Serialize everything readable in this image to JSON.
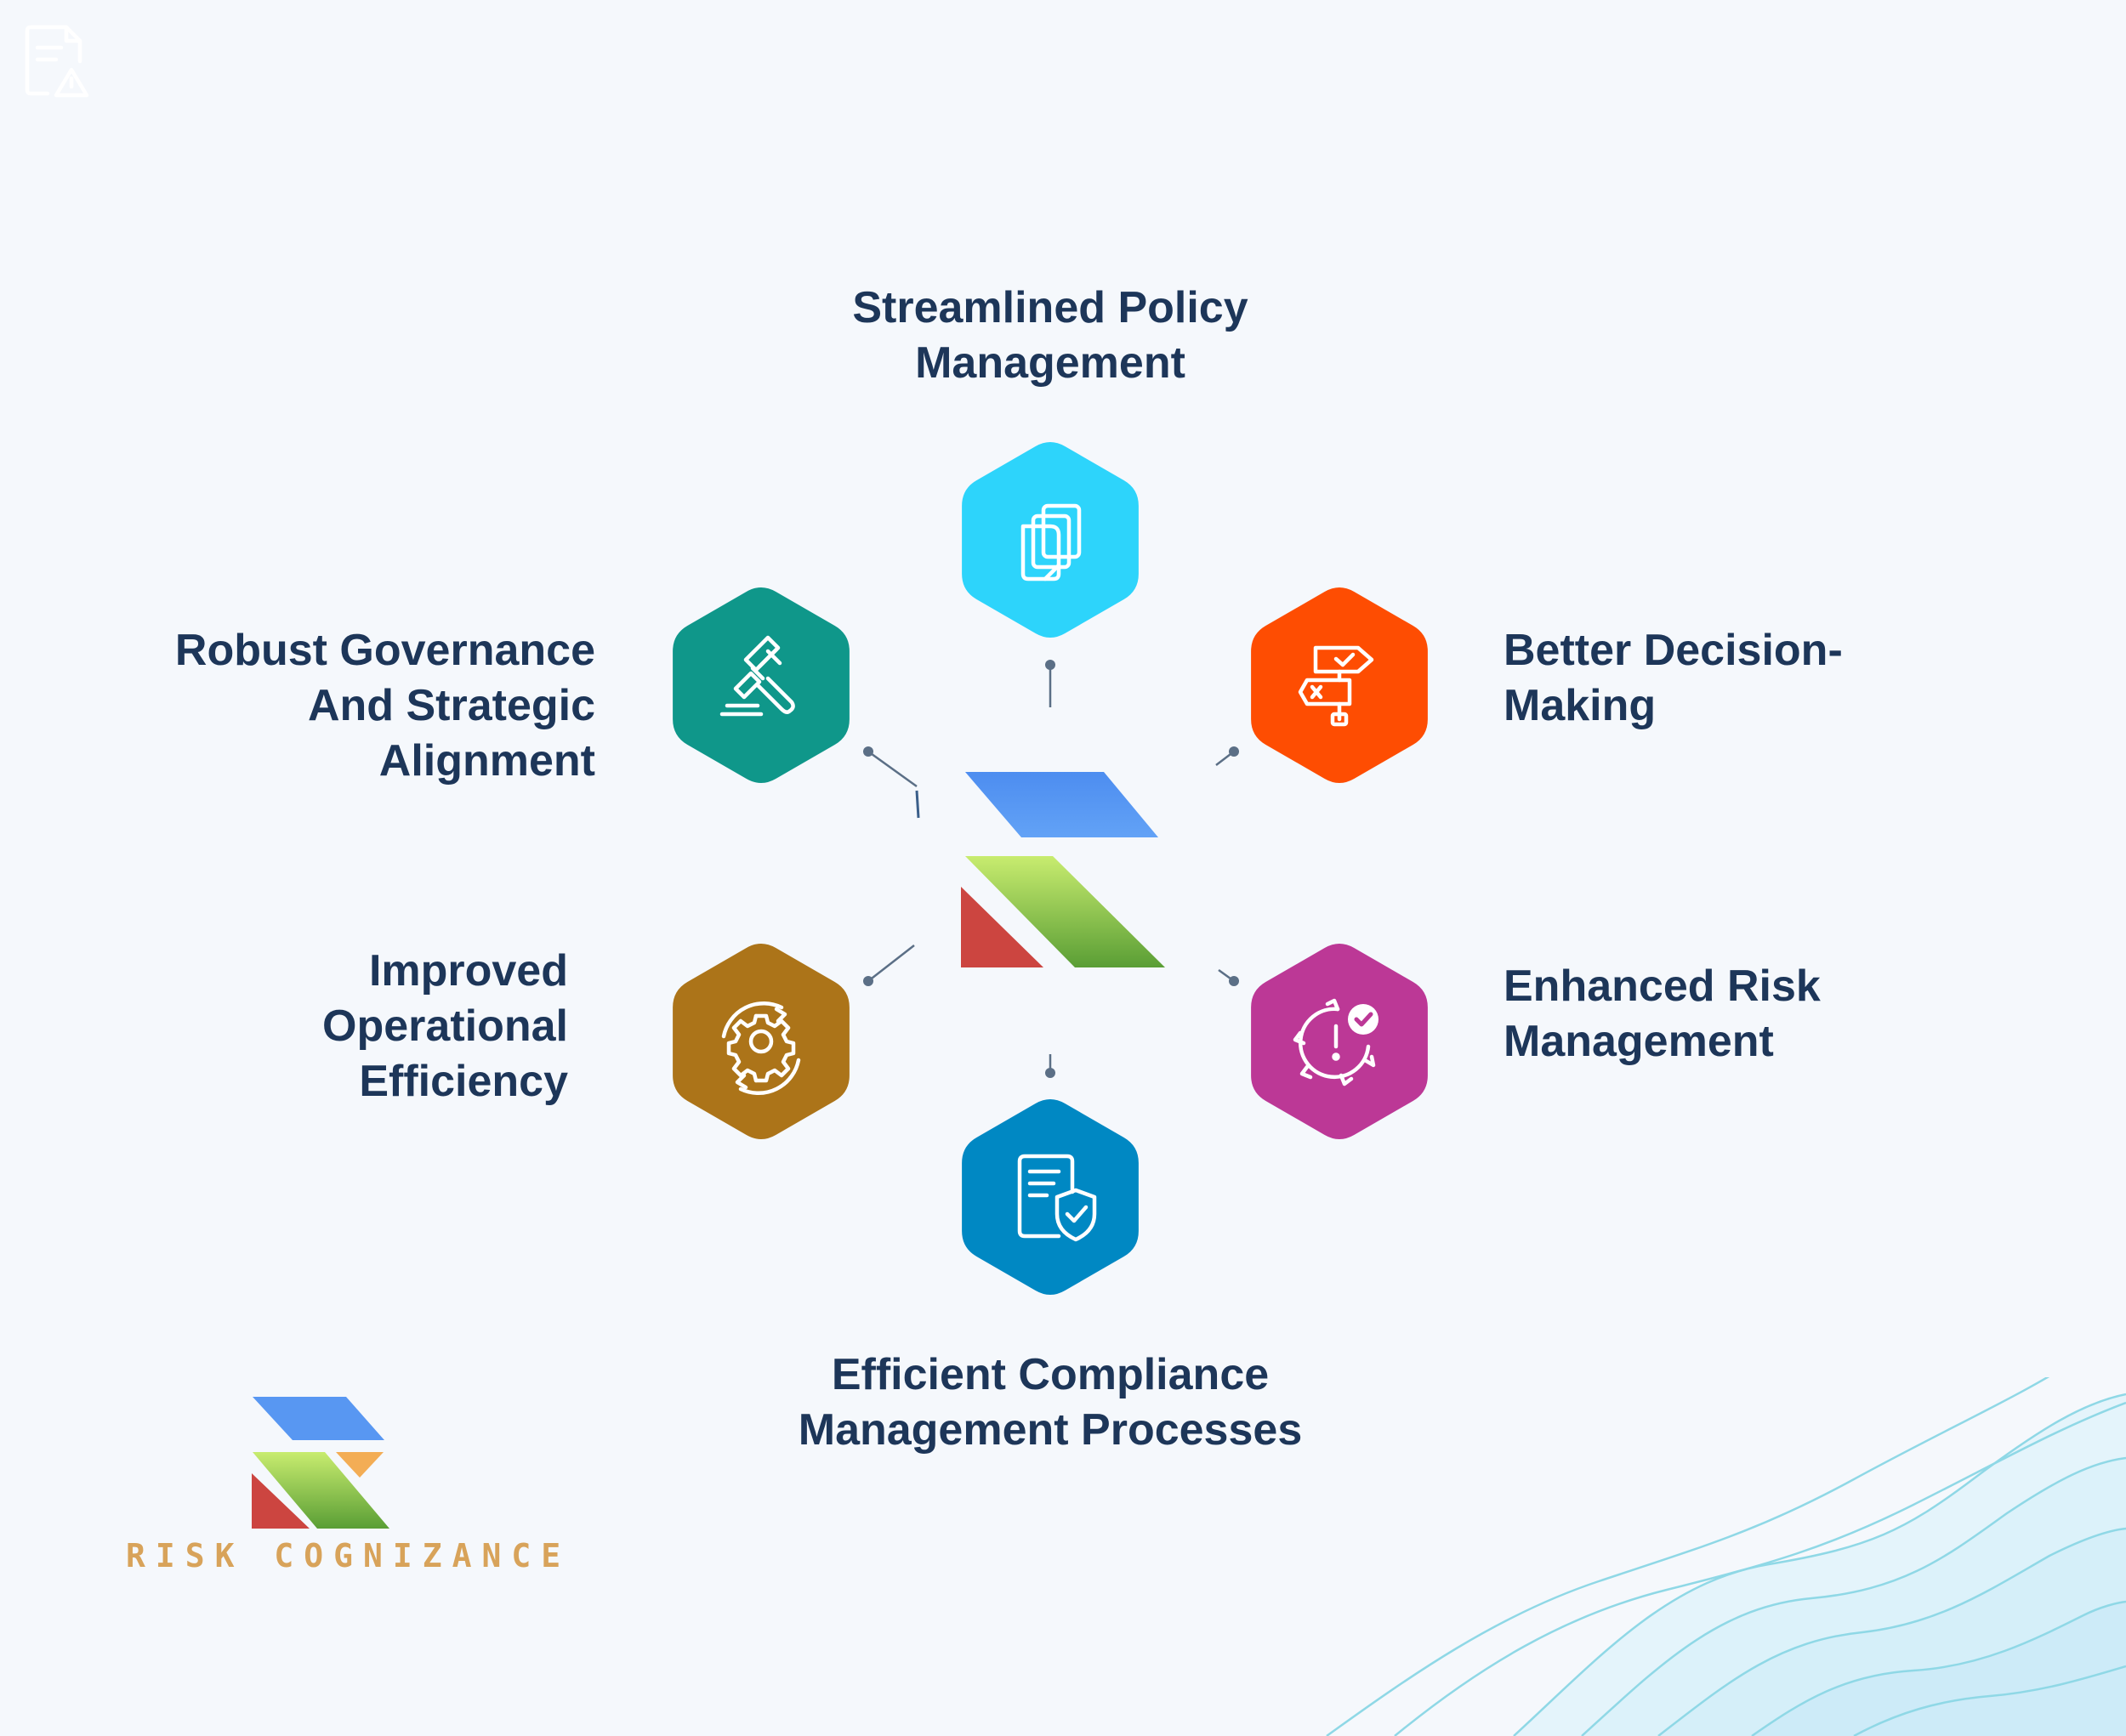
{
  "benefits": [
    {
      "key": "top",
      "color": "#2dd4fb",
      "icon": "documents-icon",
      "lines": [
        "Streamlined Policy",
        "Management"
      ]
    },
    {
      "key": "ur",
      "color": "#fe4d02",
      "icon": "signpost-decision-icon",
      "lines": [
        "Better Decision-",
        "Making"
      ]
    },
    {
      "key": "lr",
      "color": "#bc3896",
      "icon": "gear-alert-check-icon",
      "lines": [
        "Enhanced Risk",
        "Management"
      ]
    },
    {
      "key": "bottom",
      "color": "#0088c3",
      "icon": "document-shield-icon",
      "lines": [
        "Efficient Compliance",
        "Management Processes"
      ]
    },
    {
      "key": "ll",
      "color": "#ac7419",
      "icon": "gear-cycle-icon",
      "lines": [
        "Improved",
        "Operational",
        "Efficiency"
      ]
    },
    {
      "key": "ul",
      "color": "#0f978a",
      "icon": "gavel-icon",
      "lines": [
        "Robust Governance",
        "And Strategic",
        "Alignment"
      ]
    }
  ],
  "brand": {
    "name": "RISK COGNIZANCE",
    "colors": {
      "blue": "#5897f2",
      "green": "#7dbd3e",
      "red": "#cc4540",
      "orange": "#f3ad55",
      "text": "#d8a35a"
    }
  },
  "header_icon": "report-warning-icon",
  "text_color": "#1d3659",
  "connector_color": "#5b6f86"
}
